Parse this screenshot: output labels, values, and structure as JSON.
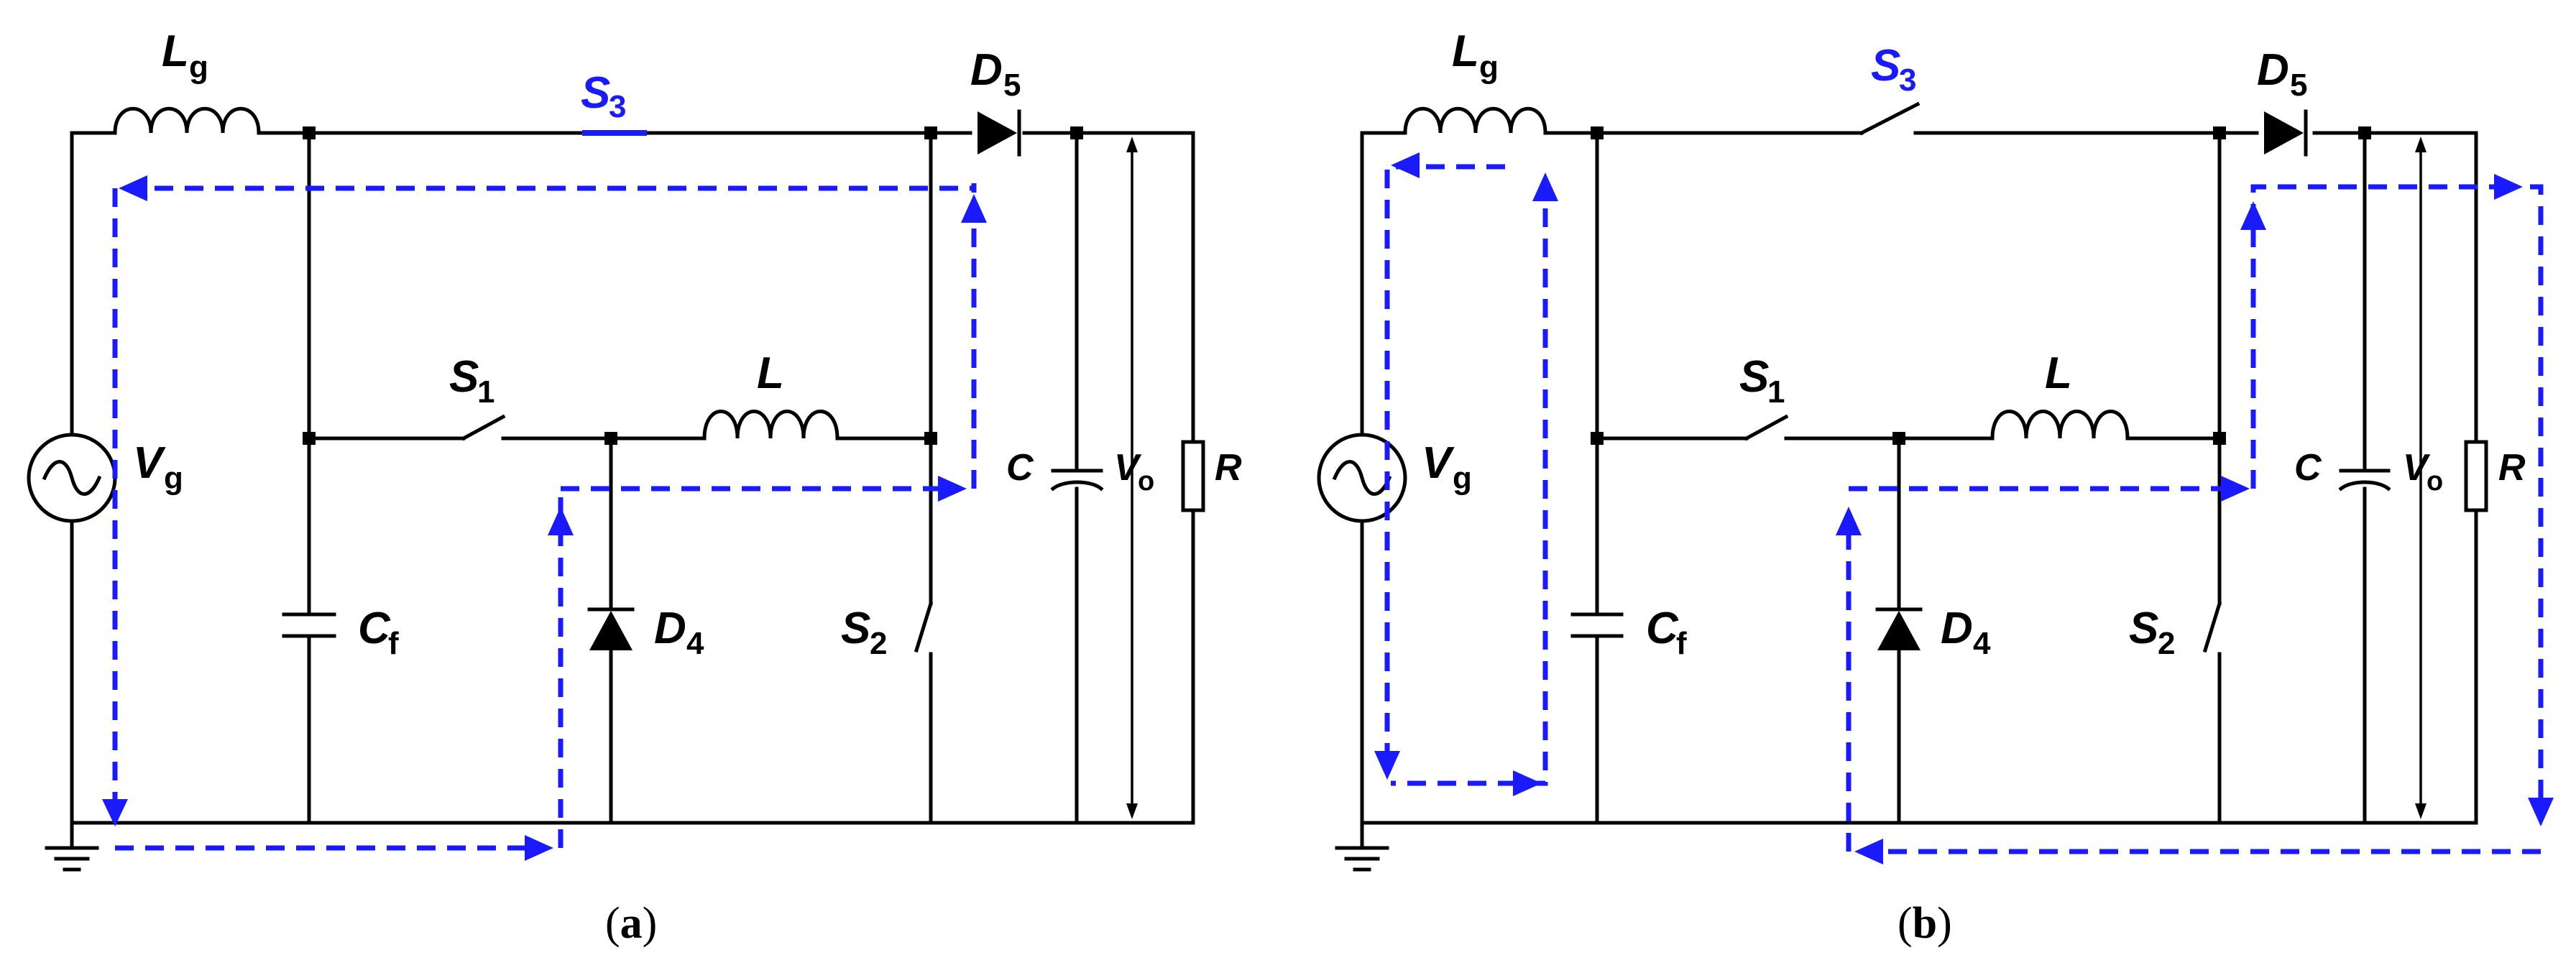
{
  "panels": [
    {
      "caption_open": "(",
      "caption_letter": "a",
      "caption_close": ")",
      "labels": {
        "Lg_main": "L",
        "Lg_sub": "g",
        "S3_main": "S",
        "S3_sub": "3",
        "D5_main": "D",
        "D5_sub": "5",
        "S1_main": "S",
        "S1_sub": "1",
        "L": "L",
        "Vg_main": "V",
        "Vg_sub": "g",
        "C": "C",
        "Vo_main": "V",
        "Vo_sub": "o",
        "R": "R",
        "Cf_main": "C",
        "Cf_sub": "f",
        "D4_main": "D",
        "D4_sub": "4",
        "S2_main": "S",
        "S2_sub": "2"
      }
    },
    {
      "caption_open": "(",
      "caption_letter": "b",
      "caption_close": ")",
      "labels": {
        "Lg_main": "L",
        "Lg_sub": "g",
        "S3_main": "S",
        "S3_sub": "3",
        "D5_main": "D",
        "D5_sub": "5",
        "S1_main": "S",
        "S1_sub": "1",
        "L": "L",
        "Vg_main": "V",
        "Vg_sub": "g",
        "C": "C",
        "Vo_main": "V",
        "Vo_sub": "o",
        "R": "R",
        "Cf_main": "C",
        "Cf_sub": "f",
        "D4_main": "D",
        "D4_sub": "4",
        "S2_main": "S",
        "S2_sub": "2"
      }
    }
  ],
  "colors": {
    "current_path": "#1a1aff",
    "wire": "#000000"
  }
}
